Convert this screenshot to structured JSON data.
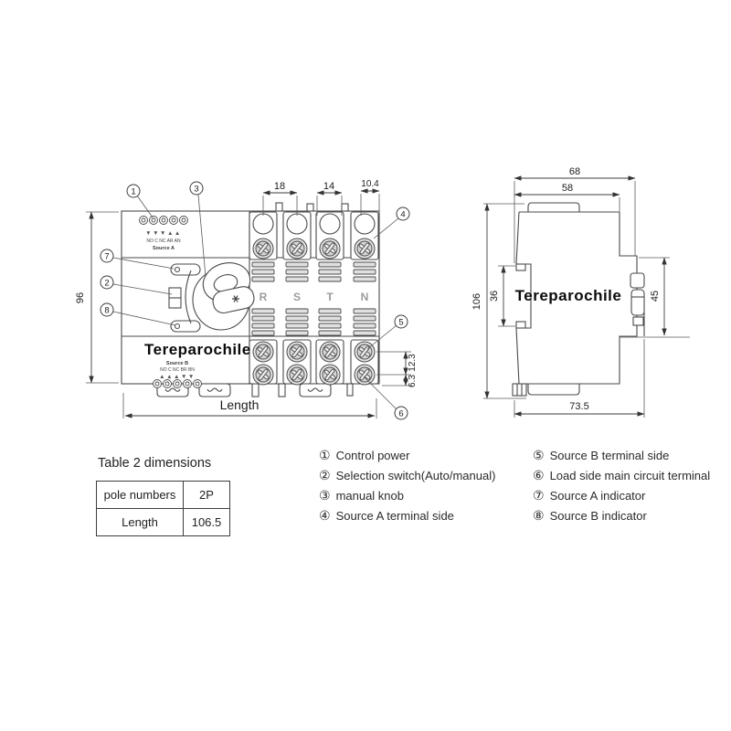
{
  "drawing": {
    "watermark": "Tereparochile",
    "front": {
      "dim_18": "18",
      "dim_14": "14",
      "dim_10_4": "10.4",
      "dim_96": "96",
      "dim_length": "Length",
      "dim_12_3": "12.3",
      "dim_6_3": "6.3",
      "phases": [
        "R",
        "S",
        "T",
        "N"
      ],
      "source_a": "Source A",
      "source_b": "Source B",
      "contacts_a": "NO C NC AR AN",
      "contacts_b": "NO C NC BR BN",
      "arrows_a": "▼▼▼▲▲",
      "arrows_b": "▲▲▲▼▼"
    },
    "side": {
      "dim_68": "68",
      "dim_58": "58",
      "dim_106": "106",
      "dim_36": "36",
      "dim_45": "45",
      "dim_73_5": "73.5"
    },
    "callouts": [
      "1",
      "2",
      "3",
      "4",
      "5",
      "6",
      "7",
      "8"
    ]
  },
  "table": {
    "title": "Table 2 dimensions",
    "rows": [
      [
        "pole numbers",
        "2P"
      ],
      [
        "Length",
        "106.5"
      ]
    ]
  },
  "legend": {
    "items": [
      {
        "num": "①",
        "label": "Control power"
      },
      {
        "num": "②",
        "label": "Selection switch(Auto/manual)"
      },
      {
        "num": "③",
        "label": "manual knob"
      },
      {
        "num": "④",
        "label": "Source A terminal side"
      },
      {
        "num": "⑤",
        "label": "Source B terminal side"
      },
      {
        "num": "⑥",
        "label": "Load side main circuit terminal"
      },
      {
        "num": "⑦",
        "label": "Source A indicator"
      },
      {
        "num": "⑧",
        "label": "Source B indicator"
      }
    ]
  }
}
